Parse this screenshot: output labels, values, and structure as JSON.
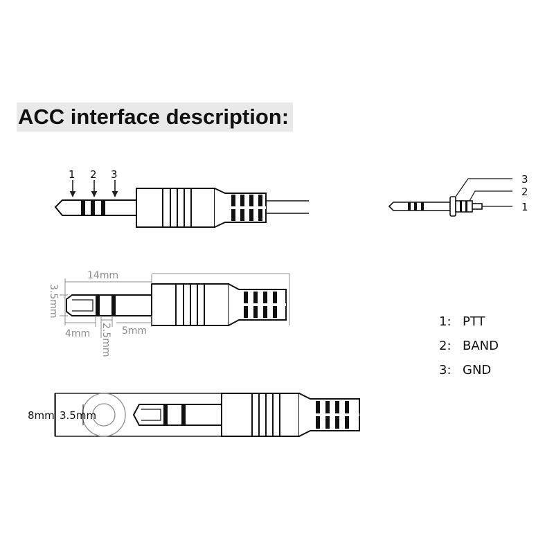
{
  "title": "ACC interface description:",
  "pin_labels": [
    "1",
    "2",
    "3"
  ],
  "legend": [
    {
      "num": "1:",
      "name": "PTT"
    },
    {
      "num": "2:",
      "name": "BAND"
    },
    {
      "num": "3:",
      "name": "GND"
    }
  ],
  "dimensions": {
    "total_length": "14mm",
    "diameter": "3.5mm",
    "tip_length": "4mm",
    "ring_length": "2.5mm",
    "sleeve_length": "5mm",
    "body_diameter": "8mm",
    "bore_diameter": "3.5mm"
  }
}
